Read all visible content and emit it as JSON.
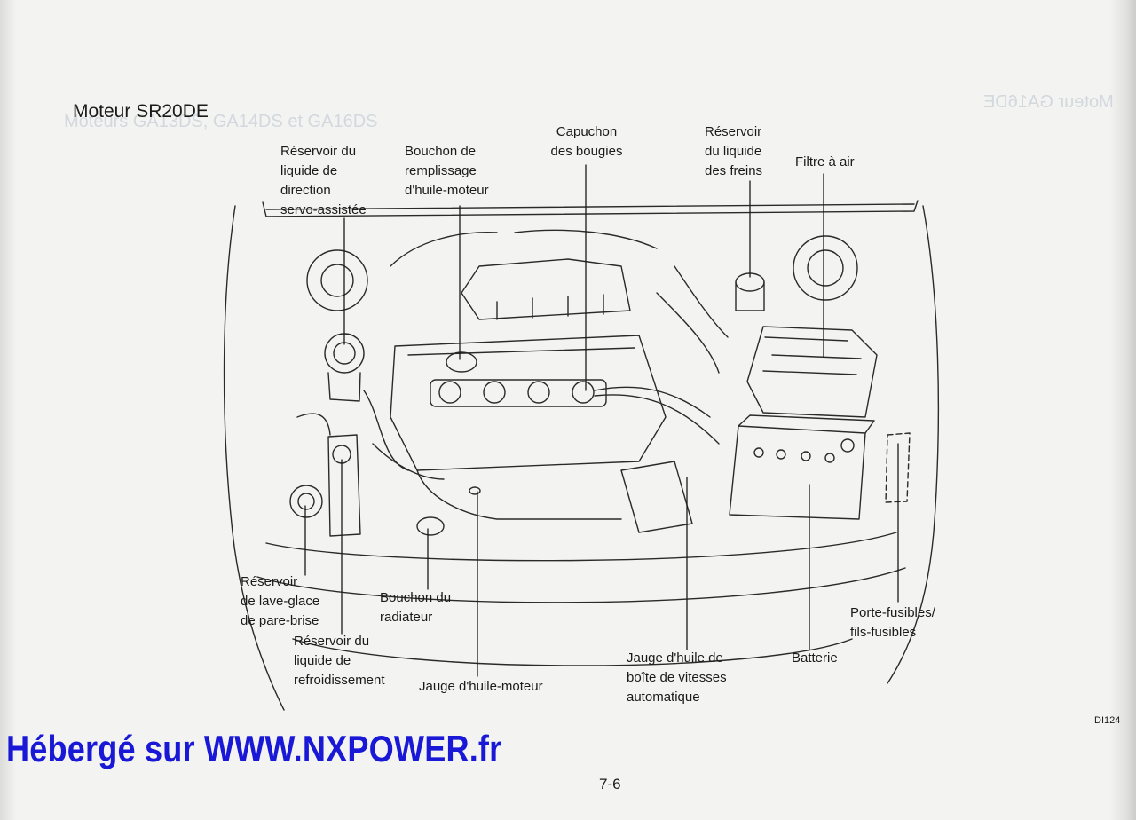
{
  "title": "Moteur SR20DE",
  "ghost": {
    "left_title": "Moteurs GA13DS, GA14DS et GA16DS",
    "right_title": "Moteur GA16DE"
  },
  "labels": {
    "reservoir_direction": "Réservoir du\nliquide de\ndirection\nservo-assistée",
    "bouchon_huile": "Bouchon de\nremplissage\nd'huile-moteur",
    "capuchon_bougies": "Capuchon\ndes bougies",
    "reservoir_freins": "Réservoir\ndu liquide\ndes freins",
    "filtre_air": "Filtre à air",
    "reservoir_lave_glace": "Réservoir\nde lave-glace\nde pare-brise",
    "bouchon_radiateur": "Bouchon du\nradiateur",
    "reservoir_refroidissement": "Réservoir du\nliquide de\nrefroidissement",
    "jauge_huile_moteur": "Jauge d'huile-moteur",
    "jauge_boite": "Jauge d'huile de\nboîte de vitesses\nautomatique",
    "batterie": "Batterie",
    "porte_fusibles": "Porte-fusibles/\nfils-fusibles"
  },
  "figure_ref": "DI124",
  "watermark": "Hébergé sur WWW.NXPOWER.fr",
  "page_number": "7-6"
}
